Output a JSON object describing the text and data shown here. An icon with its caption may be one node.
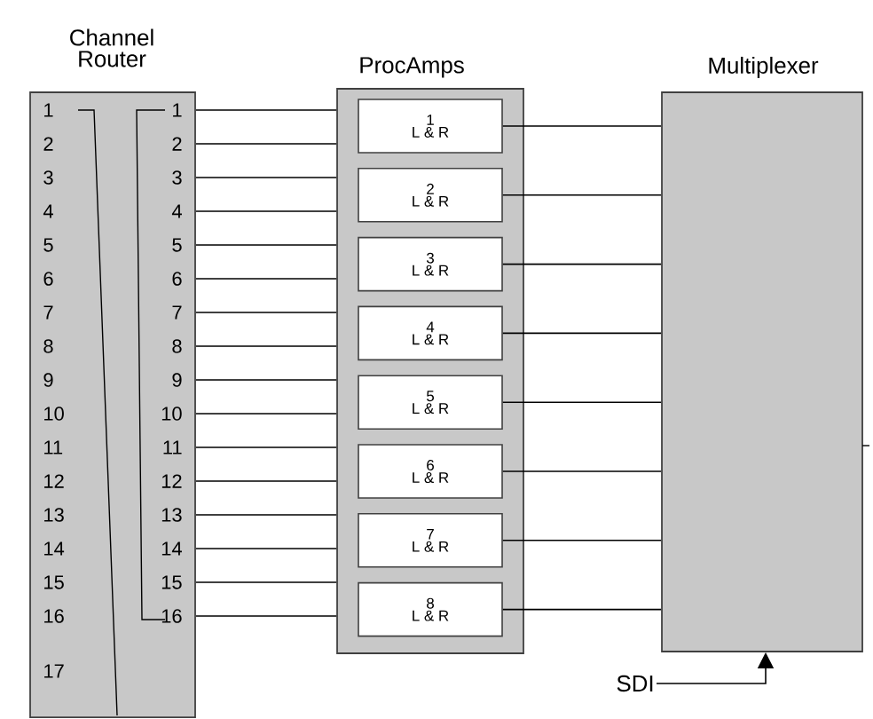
{
  "diagram": {
    "nodes": [
      {
        "text": [
          "Channel Router"
        ]
      },
      {
        "text": [
          "ProcAmps"
        ]
      },
      {
        "text": [
          "1",
          "L & R"
        ],
        "in": 1
      },
      {
        "text": [
          "2",
          "L & R"
        ],
        "in": 1
      },
      {
        "text": [
          "3",
          "L & R"
        ],
        "in": 1
      },
      {
        "text": [
          "4",
          "L & R"
        ],
        "in": 1
      },
      {
        "text": [
          "5",
          "L & R"
        ],
        "in": 1
      },
      {
        "text": [
          "6",
          "L & R"
        ],
        "in": 1
      },
      {
        "text": [
          "7",
          "L & R"
        ],
        "in": 1
      },
      {
        "text": [
          "8",
          "L & R"
        ],
        "in": 1
      },
      {
        "text": [
          "Multiplexer"
        ]
      },
      {
        "text": [
          "SDI"
        ]
      }
    ],
    "edges": [
      {
        "from": 0,
        "to": 1,
        "arrow": "none"
      },
      {
        "from": 0,
        "to": 1,
        "arrow": "none"
      },
      {
        "from": 0,
        "to": 1,
        "arrow": "none"
      },
      {
        "from": 0,
        "to": 1,
        "arrow": "none"
      },
      {
        "from": 0,
        "to": 1,
        "arrow": "none"
      },
      {
        "from": 0,
        "to": 1,
        "arrow": "none"
      },
      {
        "from": 0,
        "to": 1,
        "arrow": "none"
      },
      {
        "from": 0,
        "to": 1,
        "arrow": "none"
      },
      {
        "from": 0,
        "to": 1,
        "arrow": "none"
      },
      {
        "from": 0,
        "to": 1,
        "arrow": "none"
      },
      {
        "from": 0,
        "to": 1,
        "arrow": "none"
      },
      {
        "from": 0,
        "to": 1,
        "arrow": "none"
      },
      {
        "from": 0,
        "to": 1,
        "arrow": "none"
      },
      {
        "from": 0,
        "to": 1,
        "arrow": "none"
      },
      {
        "from": 0,
        "to": 1,
        "arrow": "none"
      },
      {
        "from": 0,
        "to": 1,
        "arrow": "none"
      },
      {
        "from": 2,
        "to": 10,
        "arrow": "none"
      },
      {
        "from": 3,
        "to": 10,
        "arrow": "none"
      },
      {
        "from": 4,
        "to": 10,
        "arrow": "none"
      },
      {
        "from": 5,
        "to": 10,
        "arrow": "none"
      },
      {
        "from": 6,
        "to": 10,
        "arrow": "none"
      },
      {
        "from": 7,
        "to": 10,
        "arrow": "none"
      },
      {
        "from": 8,
        "to": 10,
        "arrow": "none"
      },
      {
        "from": 9,
        "to": 10,
        "arrow": "none"
      },
      {
        "from": 11,
        "to": 10,
        "arrow": "to"
      }
    ],
    "labels": [
      "1",
      "1",
      "2",
      "2",
      "3",
      "3",
      "4",
      "4",
      "5",
      "5",
      "6",
      "6",
      "7",
      "7",
      "8",
      "8",
      "9",
      "9",
      "10",
      "10",
      "11",
      "11",
      "12",
      "12",
      "13",
      "13",
      "14",
      "14",
      "15",
      "15",
      "16",
      "16",
      "17"
    ]
  }
}
